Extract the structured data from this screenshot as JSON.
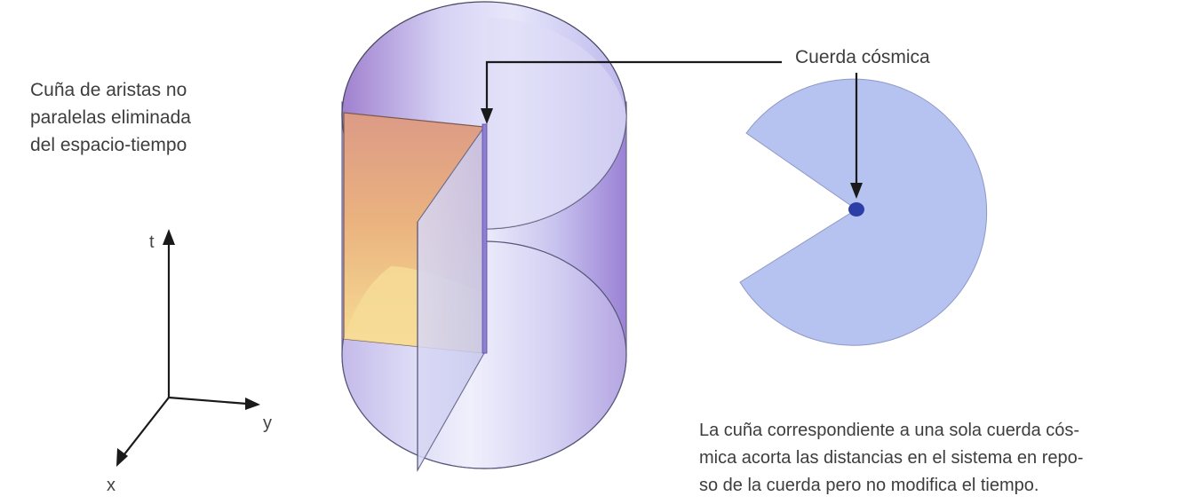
{
  "labels": {
    "wedge": [
      "Cuña de aristas no",
      "paralelas eliminada",
      "del espacio-tiempo"
    ],
    "cosmic_string": "Cuerda cósmica",
    "caption": [
      "La cuña correspondiente a una sola cuerda cós-",
      "mica acorta las distancias en el sistema en repo-",
      "so de la cuerda pero no modifica el tiempo."
    ]
  },
  "axes": {
    "t": "t",
    "y": "y",
    "x": "x"
  },
  "colors": {
    "cylinder": "#b9b7ec",
    "cylinder_dark": "#9d86d6",
    "wedge": "#e7a781",
    "wedge_light": "#f6d98f",
    "disk": "#b7c3f0",
    "string_dot": "#2c3fa6",
    "line": "#1a1a1a"
  },
  "icons": {
    "axis_arrows": "arrow-head-icon"
  }
}
